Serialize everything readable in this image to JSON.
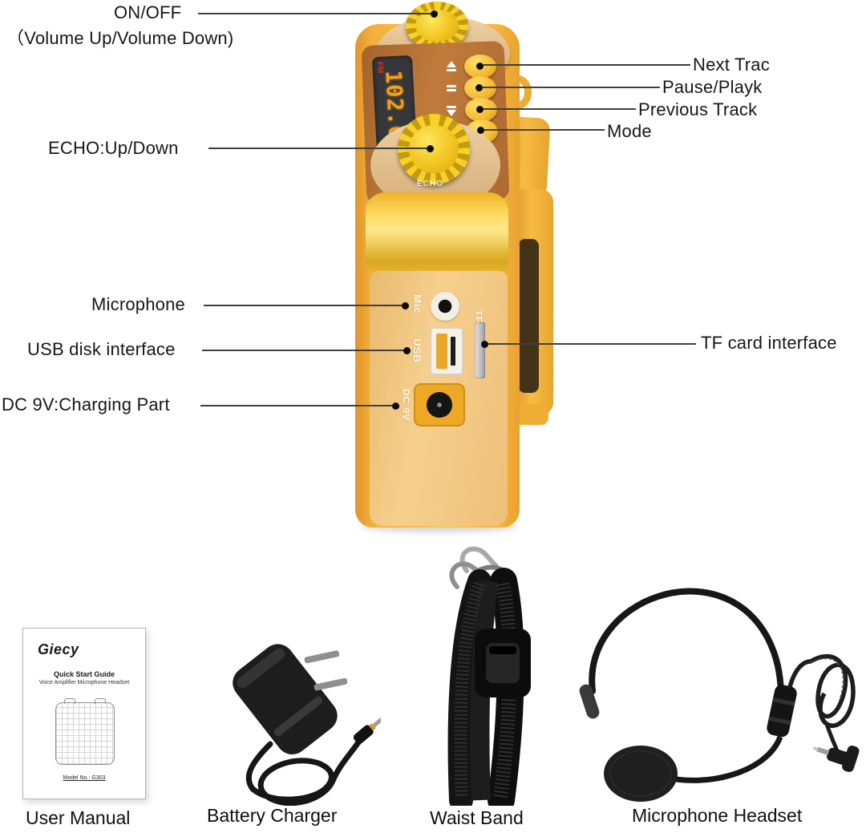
{
  "callouts": {
    "on_off": "ON/OFF",
    "volume": "（Volume Up/Volume Down)",
    "echo": "ECHO:Up/Down",
    "microphone": "Microphone",
    "usb_disk": "USB disk interface",
    "dc_charging": "DC 9V:Charging Part",
    "next_track": "Next Trac",
    "pause_play": "Pause/Playk",
    "previous_track": "Previous Track",
    "mode": "Mode",
    "tf_card": "TF card interface"
  },
  "device": {
    "display_value": "102.0",
    "band_indicator": "FM",
    "echo_knob_label": "ECHO",
    "ports": {
      "mic": "Mic",
      "usb": "USB",
      "tf": "TF",
      "dc": "DC 9V"
    }
  },
  "manual": {
    "brand": "Giecy",
    "title": "Quick Start Guide",
    "subtitle": "Voice Amplifier Microphone Headset",
    "model": "Model No.: G303"
  },
  "captions": {
    "user_manual": "User Manual",
    "battery_charger": "Battery Charger",
    "waist_band": "Waist Band",
    "microphone_headset": "Microphone Headset"
  },
  "colors": {
    "body_yellow": "#F6B93E",
    "panel_brown": "#B06F36",
    "plate_tan": "#E5C496",
    "display_bg": "#35373A",
    "display_digits": "#F59E1C",
    "display_red": "#D93025",
    "leader_line": "#3F3F3F"
  }
}
